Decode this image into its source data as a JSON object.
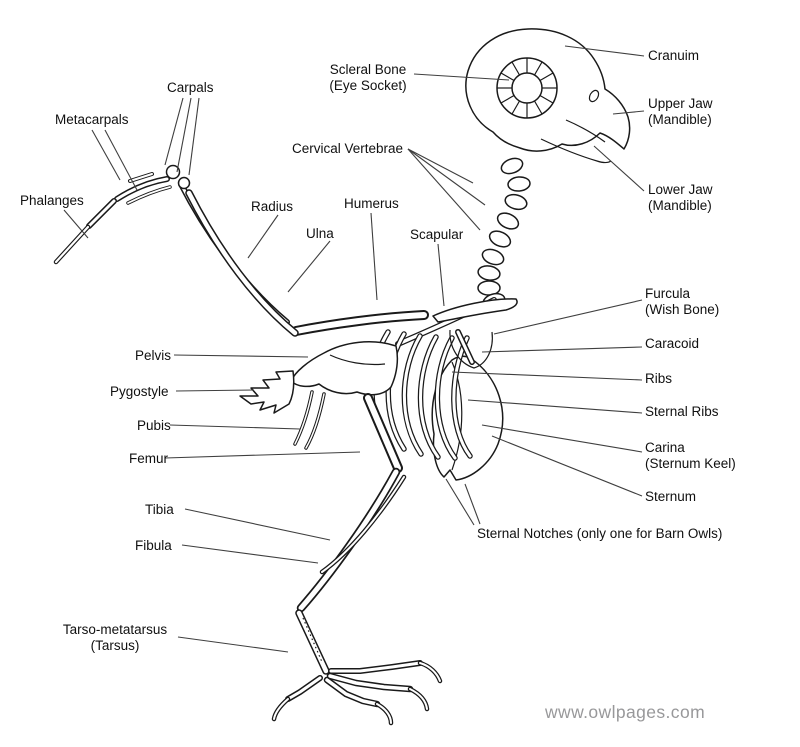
{
  "labels": {
    "scleral_bone": "Scleral Bone\n(Eye Socket)",
    "cranium": "Cranuim",
    "upper_jaw": "Upper Jaw\n(Mandible)",
    "cervical_vertebrae": "Cervical Vertebrae",
    "lower_jaw": "Lower Jaw\n(Mandible)",
    "carpals": "Carpals",
    "metacarpals": "Metacarpals",
    "phalanges": "Phalanges",
    "radius": "Radius",
    "ulna": "Ulna",
    "humerus": "Humerus",
    "scapular": "Scapular",
    "furcula": "Furcula\n(Wish Bone)",
    "caracoid": "Caracoid",
    "ribs": "Ribs",
    "sternal_ribs": "Sternal Ribs",
    "carina": "Carina\n(Sternum Keel)",
    "sternum": "Sternum",
    "pelvis": "Pelvis",
    "pygostyle": "Pygostyle",
    "pubis": "Pubis",
    "femur": "Femur",
    "tibia": "Tibia",
    "fibula": "Fibula",
    "sternal_notches": "Sternal Notches (only one for Barn Owls)",
    "tarso_metatarsus": "Tarso-metatarsus\n(Tarsus)"
  },
  "watermark": "www.owlpages.com",
  "colors": {
    "ink": "#1a1a1a",
    "leader_line": "#3f3f3f",
    "watermark": "#98989a",
    "background": "#ffffff"
  }
}
